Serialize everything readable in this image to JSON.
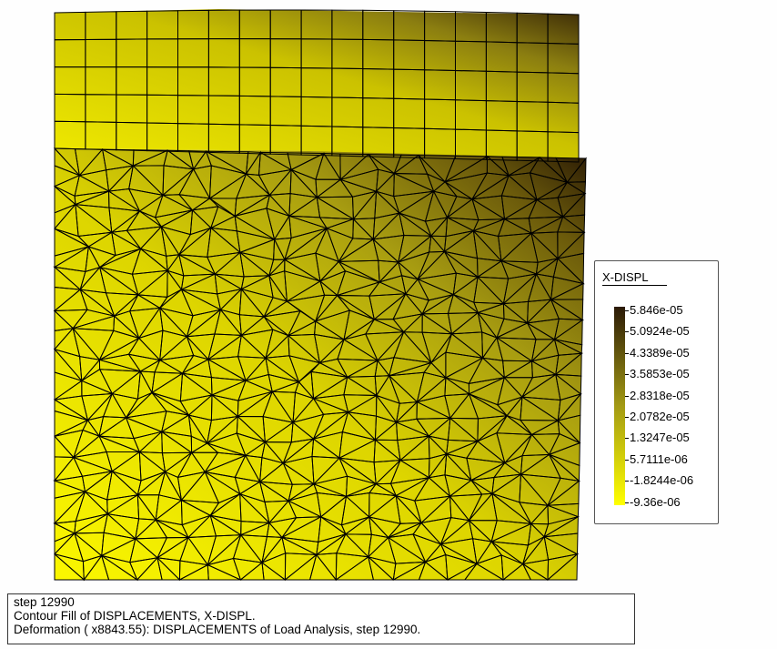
{
  "legend": {
    "title": "X-DISPL",
    "labels": [
      "5.846e-05",
      "5.0924e-05",
      "4.3389e-05",
      "3.5853e-05",
      "2.8318e-05",
      "2.0782e-05",
      "1.3247e-05",
      "5.7111e-06",
      "-1.8244e-06",
      "-9.36e-06"
    ],
    "colors": {
      "max": "#2b1a07",
      "mid": "#a39a14",
      "min": "#ffff00"
    }
  },
  "info": {
    "line1": "step 12990",
    "line2": "Contour Fill of DISPLACEMENTS, X-DISPL.",
    "line3": "Deformation ( x8843.55): DISPLACEMENTS of Load Analysis, step 12990."
  },
  "plot": {
    "mesh_line_color": "#000000",
    "fill_colors": [
      "#ffff00",
      "#d8d000",
      "#9a8f12",
      "#3a2607"
    ]
  }
}
